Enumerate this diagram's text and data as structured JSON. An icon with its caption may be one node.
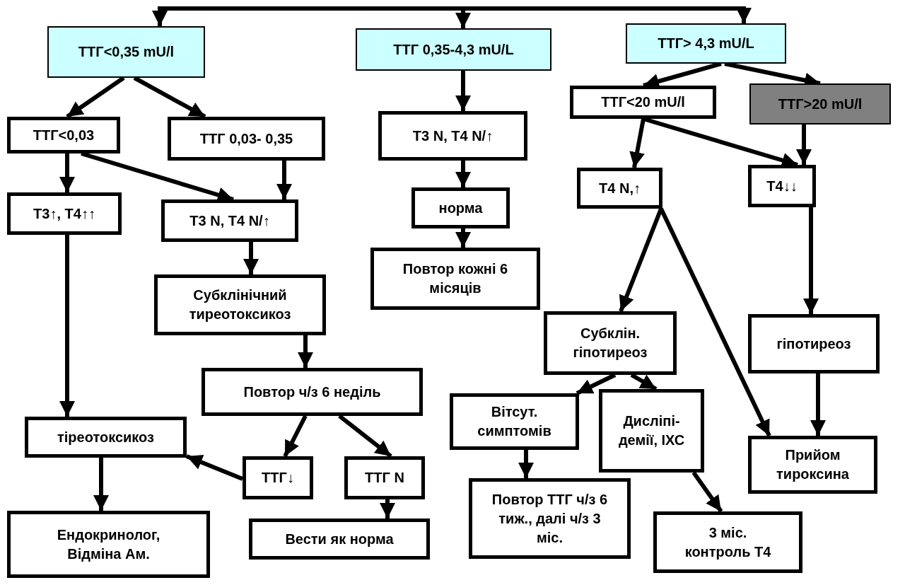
{
  "diagram": {
    "nodes": [
      {
        "text": [
          "ТТГ<0,35 mU/l"
        ]
      },
      {
        "text": [
          "ТТГ 0,35-4,3 mU/L"
        ]
      },
      {
        "text": [
          "ТТГ> 4,3 mU/L"
        ]
      },
      {
        "text": [
          "ТТГ<0,03"
        ]
      },
      {
        "text": [
          "ТТГ 0,03- 0,35"
        ]
      },
      {
        "text": [
          "Т3↑, Т4↑↑"
        ]
      },
      {
        "text": [
          "Т3 N, Т4 N/↑"
        ]
      },
      {
        "text": [
          "Субклінічний тиреотоксикоз"
        ]
      },
      {
        "text": [
          "Повтор ч/з 6 неділь"
        ]
      },
      {
        "text": [
          "тіреотоксикоз"
        ]
      },
      {
        "text": [
          "ТТГ↓"
        ]
      },
      {
        "text": [
          "ТТГ N"
        ]
      },
      {
        "text": [
          "Ендокринолог, Відміна Ам."
        ]
      },
      {
        "text": [
          "Вести як норма"
        ]
      },
      {
        "text": [
          "Т3 N, Т4 N/↑"
        ]
      },
      {
        "text": [
          "норма"
        ]
      },
      {
        "text": [
          "Повтор кожні 6 місяців"
        ]
      },
      {
        "text": [
          "ТТГ<20 mU/l"
        ]
      },
      {
        "text": [
          "ТТГ>20 mU/l"
        ]
      },
      {
        "text": [
          "Т4 N,↑"
        ]
      },
      {
        "text": [
          "Т4↓↓"
        ]
      },
      {
        "text": [
          "Субклін. гіпотиреоз"
        ]
      },
      {
        "text": [
          "гіпотиреоз"
        ]
      },
      {
        "text": [
          "Вітсут. симптомів"
        ]
      },
      {
        "text": [
          "Дисліпі-демії, ІХС"
        ]
      },
      {
        "text": [
          "Прийом тироксина"
        ]
      },
      {
        "text": [
          "Повтор ТТГ ч/з 6 тиж., далі ч/з 3 міс."
        ]
      },
      {
        "text": [
          "3 міс. контроль Т4"
        ]
      }
    ],
    "edges": [
      {
        "from": null,
        "to": 0,
        "arrow": "to"
      },
      {
        "from": null,
        "to": 1,
        "arrow": "to"
      },
      {
        "from": null,
        "to": 2,
        "arrow": "to"
      },
      {
        "from": 0,
        "to": 3,
        "arrow": "to"
      },
      {
        "from": 0,
        "to": 4,
        "arrow": "to"
      },
      {
        "from": 1,
        "to": 14,
        "arrow": "to"
      },
      {
        "from": 14,
        "to": 15,
        "arrow": "to"
      },
      {
        "from": 15,
        "to": 16,
        "arrow": "to"
      },
      {
        "from": 2,
        "to": 17,
        "arrow": "to"
      },
      {
        "from": 2,
        "to": 18,
        "arrow": "to"
      },
      {
        "from": 3,
        "to": 5,
        "arrow": "to"
      },
      {
        "from": 3,
        "to": 6,
        "arrow": "to"
      },
      {
        "from": 4,
        "to": 6,
        "arrow": "to"
      },
      {
        "from": 5,
        "to": 9,
        "arrow": "to"
      },
      {
        "from": 6,
        "to": 7,
        "arrow": "to"
      },
      {
        "from": 7,
        "to": 8,
        "arrow": "to"
      },
      {
        "from": 8,
        "to": 10,
        "arrow": "to"
      },
      {
        "from": 8,
        "to": 11,
        "arrow": "to"
      },
      {
        "from": 10,
        "to": 9,
        "arrow": "to"
      },
      {
        "from": 11,
        "to": 13,
        "arrow": "to"
      },
      {
        "from": 9,
        "to": 12,
        "arrow": "to"
      },
      {
        "from": 17,
        "to": 19,
        "arrow": "to"
      },
      {
        "from": 17,
        "to": 20,
        "arrow": "to"
      },
      {
        "from": 18,
        "to": 20,
        "arrow": "to"
      },
      {
        "from": 19,
        "to": 21,
        "arrow": "to"
      },
      {
        "from": 19,
        "to": 25,
        "arrow": "to"
      },
      {
        "from": 20,
        "to": 22,
        "arrow": "to"
      },
      {
        "from": 22,
        "to": 25,
        "arrow": "to"
      },
      {
        "from": 21,
        "to": 23,
        "arrow": "to"
      },
      {
        "from": 21,
        "to": 24,
        "arrow": "to"
      },
      {
        "from": 23,
        "to": 26,
        "arrow": "to"
      },
      {
        "from": 24,
        "to": 27,
        "arrow": "to"
      }
    ]
  }
}
